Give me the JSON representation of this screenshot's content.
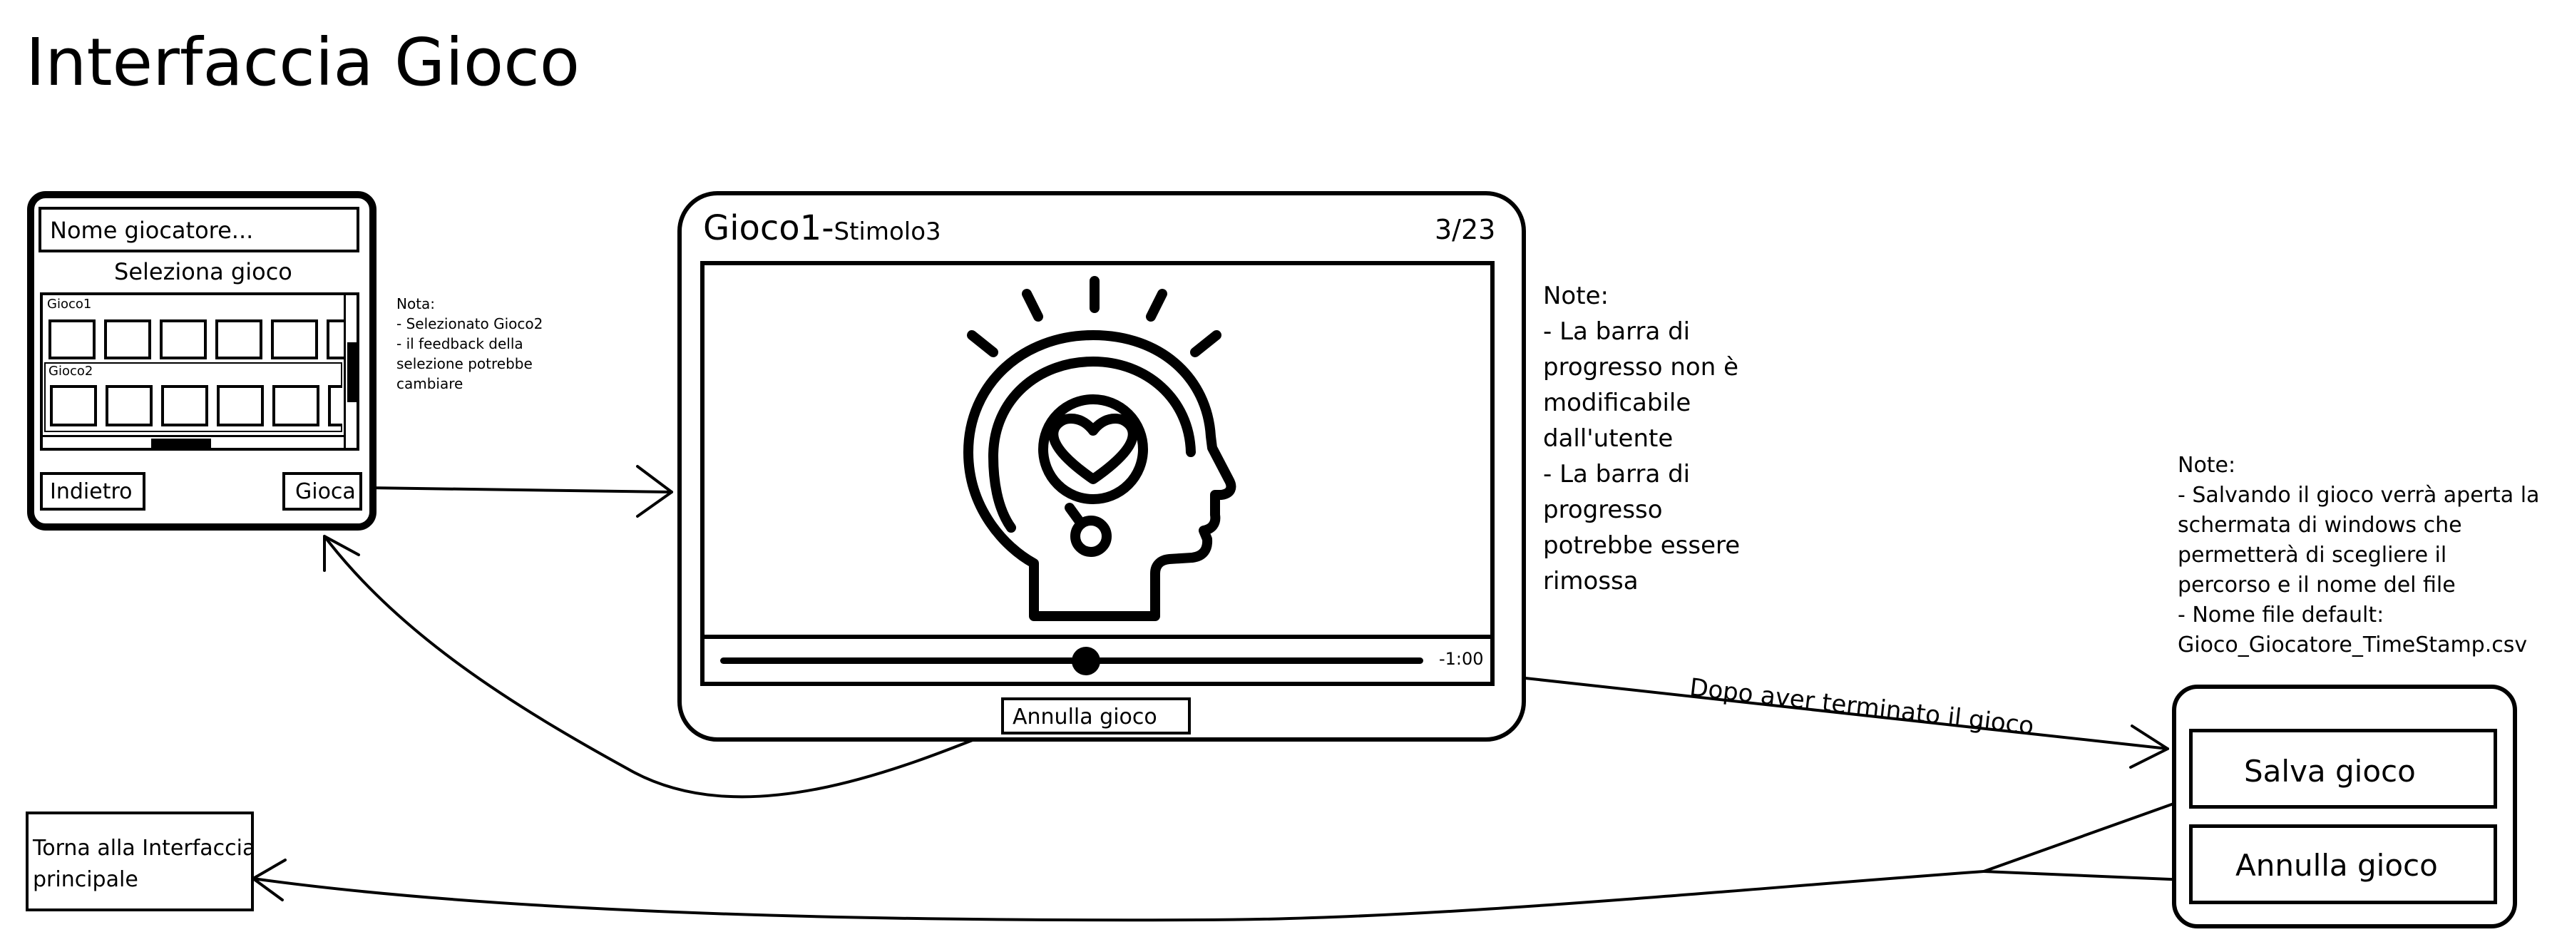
{
  "page_title": "Interfaccia Gioco",
  "selection_screen": {
    "player_name_placeholder": "Nome giocatore...",
    "select_game_label": "Seleziona gioco",
    "game_rows": [
      {
        "label": "Gioco1",
        "tiles": 6
      },
      {
        "label": "Gioco2",
        "tiles": 6
      }
    ],
    "back_button": "Indietro",
    "play_button": "Gioca"
  },
  "selection_note": {
    "title": "Nota:",
    "lines": [
      "- Selezionato Gioco2",
      "- il feedback della",
      "selezione potrebbe",
      "cambiare"
    ]
  },
  "game_screen": {
    "game_name": "Gioco1-",
    "stimulus_name": "Stimolo3",
    "counter": "3/23",
    "progress": 0.52,
    "time_remaining": "-1:00",
    "image_icon": "head-heart-icon",
    "cancel_button": "Annulla gioco"
  },
  "progress_note": {
    "title": "Note:",
    "lines": [
      "- La barra di",
      "progresso non è",
      "modificabile",
      "dall'utente",
      "- La barra di",
      "progresso",
      "potrebbe essere",
      "rimossa"
    ]
  },
  "flow_label": "Dopo aver terminato il gioco",
  "save_note": {
    "title": "Note:",
    "lines": [
      "- Salvando il gioco verrà aperta la",
      "schermata di windows che",
      "permetterà di scegliere il",
      "percorso e il nome del file",
      "- Nome file default:",
      "Gioco_Giocatore_TimeStamp.csv"
    ]
  },
  "save_dialog": {
    "save_button": "Salva gioco",
    "cancel_button": "Annulla gioco"
  },
  "return_box": {
    "line1": "Torna alla Interfaccia",
    "line2": "principale"
  }
}
